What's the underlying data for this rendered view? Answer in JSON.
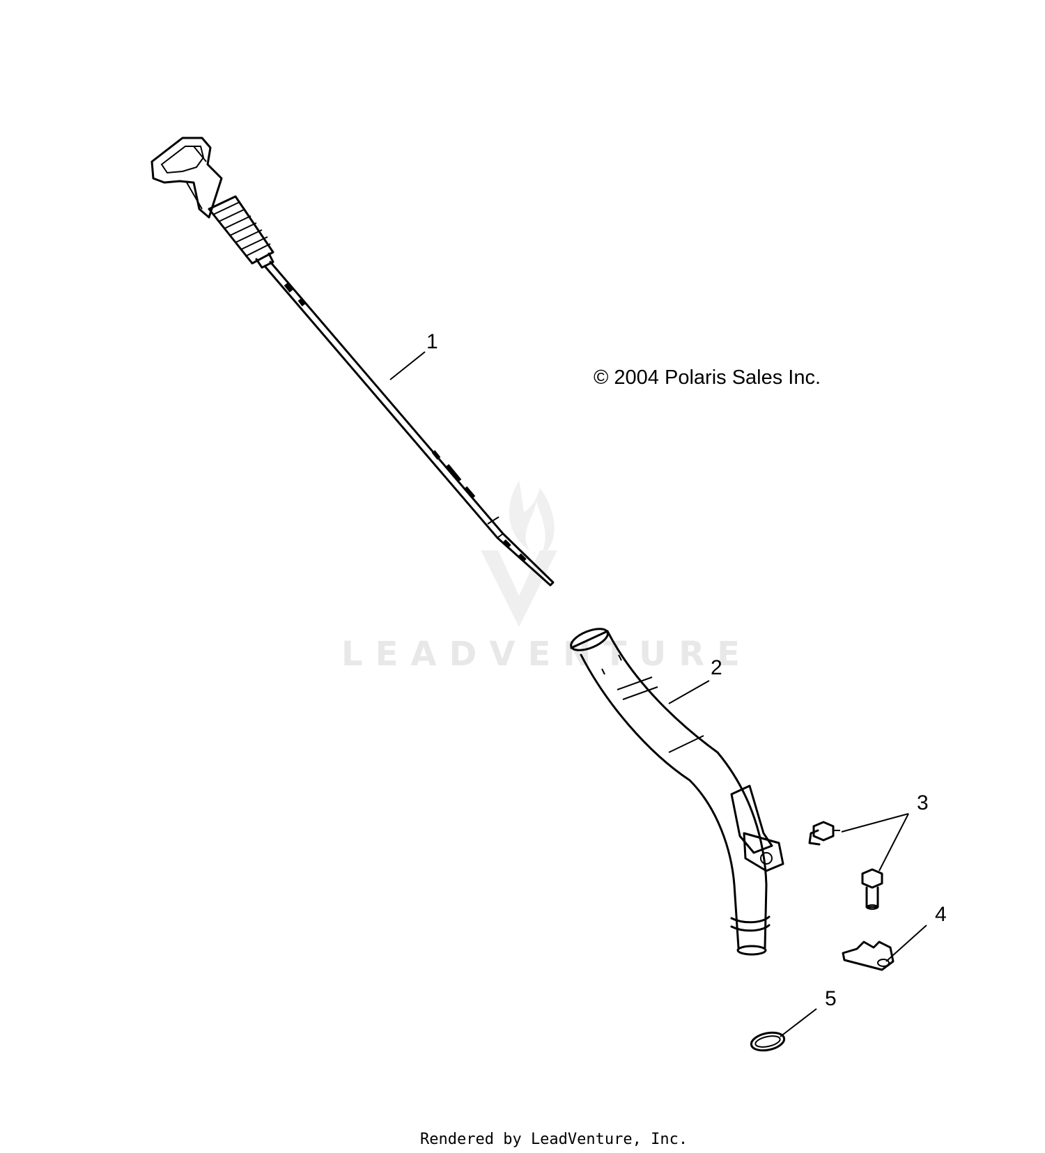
{
  "copyright": "© 2004 Polaris Sales Inc.",
  "footer": "Rendered by LeadVenture, Inc.",
  "watermark": "LEADVENTURE",
  "callouts": [
    "1",
    "2",
    "3",
    "4",
    "5"
  ],
  "icons": [
    "dipstick",
    "dipstick-tube",
    "bolt",
    "bracket",
    "o-ring",
    "leadventure-logo"
  ]
}
